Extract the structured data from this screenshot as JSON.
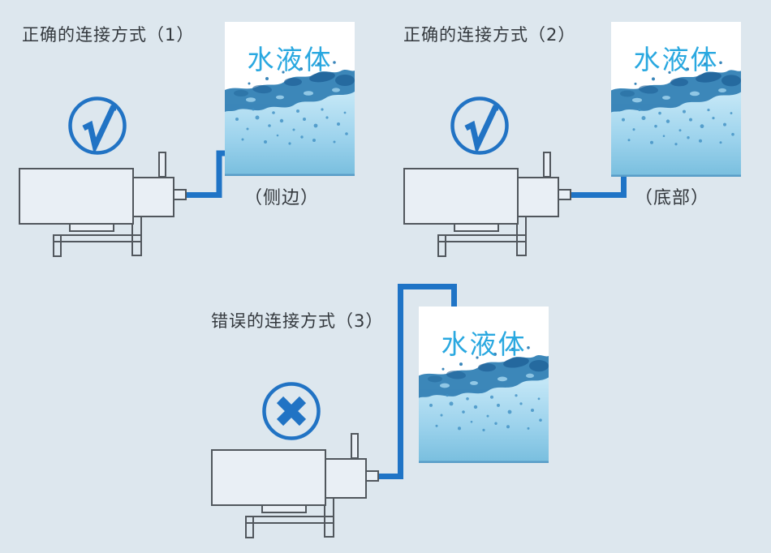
{
  "page": {
    "background_color": "#dde7ee"
  },
  "colors": {
    "accent_blue": "#2173c4",
    "pipe_blue": "#1f74c6",
    "outline_gray": "#51575d",
    "title_text": "#33383d",
    "tank_label_blue": "#29a8e0"
  },
  "diagrams": [
    {
      "title": "正确的连接方式（1）",
      "status": "correct",
      "status_icon": "check-icon",
      "tank_label": "水液体",
      "connection_label": "（侧边）"
    },
    {
      "title": "正确的连接方式（2）",
      "status": "correct",
      "status_icon": "check-icon",
      "tank_label": "水液体",
      "connection_label": "（底部）"
    },
    {
      "title": "错误的连接方式（3）",
      "status": "wrong",
      "status_icon": "cross-icon",
      "tank_label": "水液体",
      "connection_label": ""
    }
  ]
}
